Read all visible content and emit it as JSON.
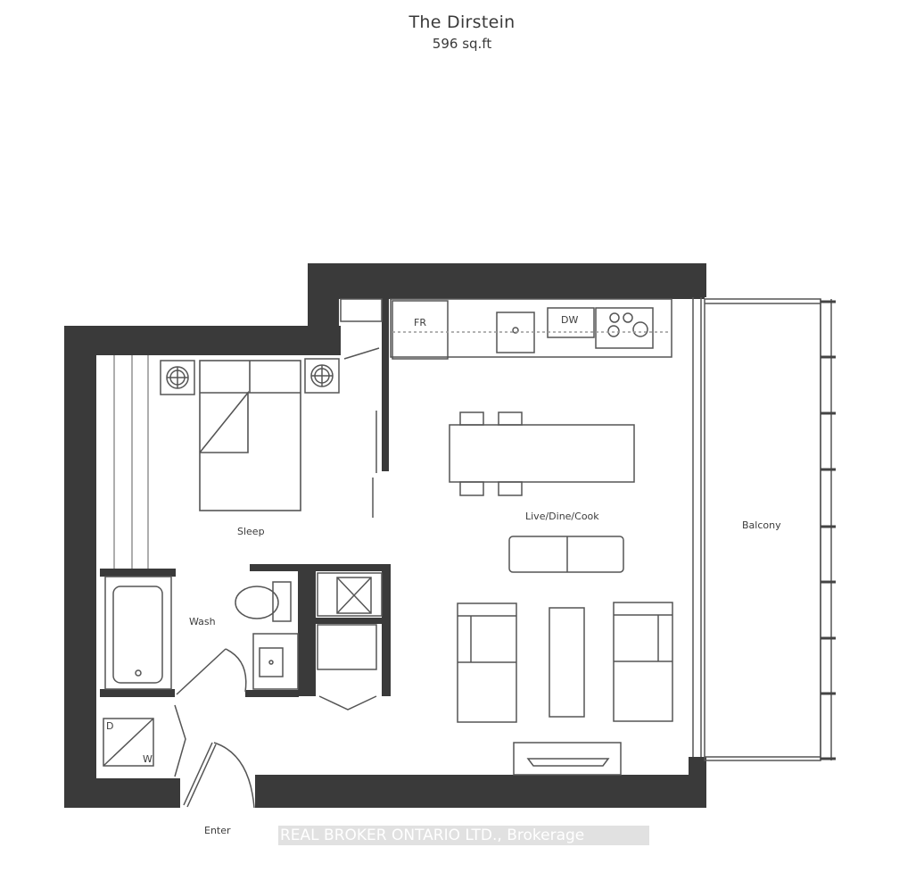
{
  "header": {
    "unit_name": "The Dirstein",
    "area": "596 sq.ft"
  },
  "rooms": {
    "sleep": "Sleep",
    "wash": "Wash",
    "live_dine_cook": "Live/Dine/Cook",
    "balcony": "Balcony",
    "enter": "Enter"
  },
  "appliances": {
    "fridge": "FR",
    "dishwasher": "DW",
    "dryer": "D",
    "washer": "W"
  },
  "watermark": "REAL BROKER ONTARIO LTD., Brokerage",
  "colors": {
    "wall": "#3a3a3a",
    "line": "#555555",
    "background": "#ffffff"
  }
}
